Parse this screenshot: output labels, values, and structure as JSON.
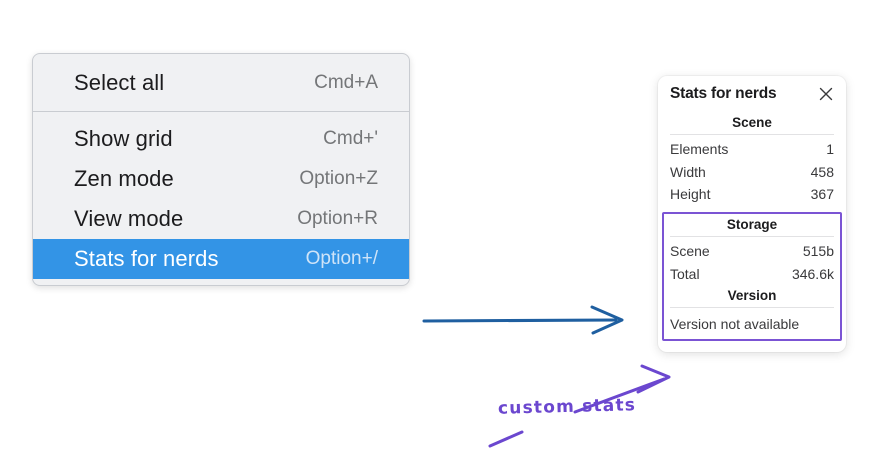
{
  "context_menu": {
    "groups": [
      {
        "items": [
          {
            "label": "Select all",
            "shortcut": "Cmd+A",
            "selected": false
          }
        ]
      },
      {
        "items": [
          {
            "label": "Show grid",
            "shortcut": "Cmd+'",
            "selected": false
          },
          {
            "label": "Zen mode",
            "shortcut": "Option+Z",
            "selected": false
          },
          {
            "label": "View mode",
            "shortcut": "Option+R",
            "selected": false
          },
          {
            "label": "Stats for nerds",
            "shortcut": "Option+/",
            "selected": true
          }
        ]
      }
    ],
    "highlight_color": "#3394e6"
  },
  "stats_panel": {
    "title": "Stats for nerds",
    "close_icon": "close-icon",
    "scene": {
      "header": "Scene",
      "rows": [
        {
          "label": "Elements",
          "value": "1"
        },
        {
          "label": "Width",
          "value": "458"
        },
        {
          "label": "Height",
          "value": "367"
        }
      ]
    },
    "storage": {
      "header": "Storage",
      "rows": [
        {
          "label": "Scene",
          "value": "515b"
        },
        {
          "label": "Total",
          "value": "346.6k"
        }
      ]
    },
    "version": {
      "header": "Version",
      "text": "Version not available"
    },
    "highlight_color": "#7b54d4"
  },
  "annotations": {
    "blue_arrow_color": "#1f5fa0",
    "purple_arrow_color": "#6b47cf",
    "custom_stats_label": "custom stats"
  }
}
